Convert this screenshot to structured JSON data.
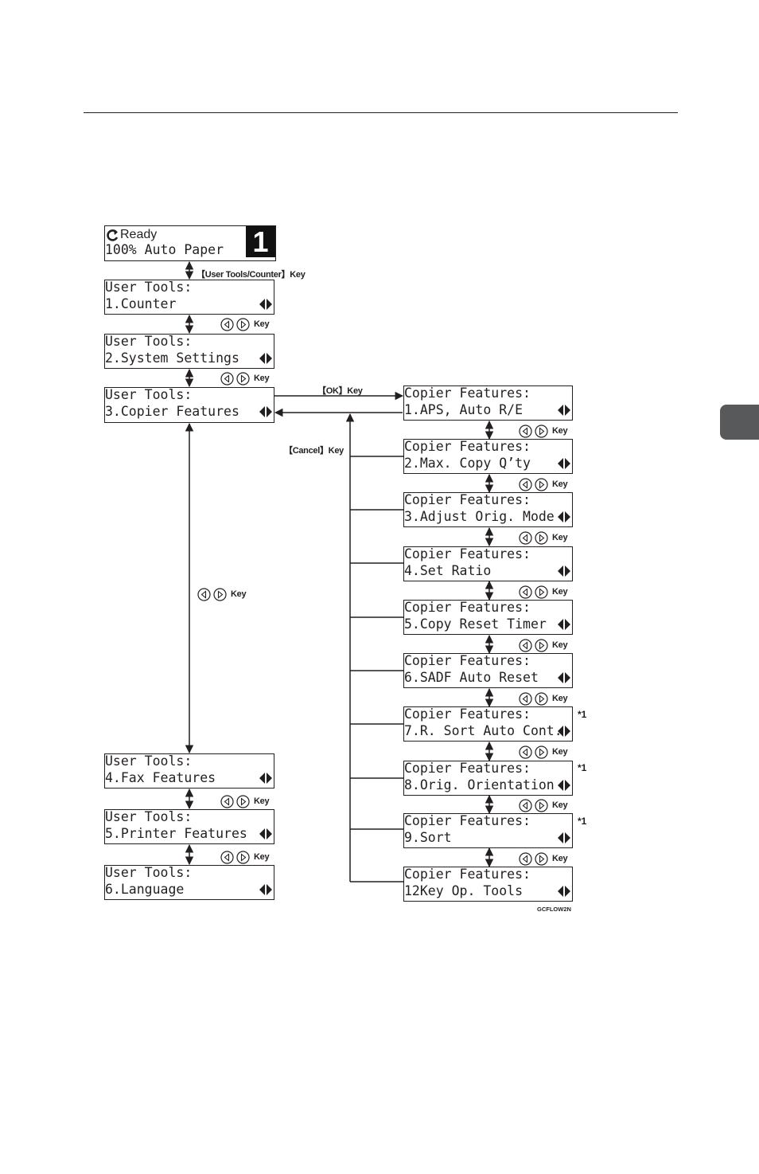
{
  "initial_screen": {
    "line1": "Ready",
    "line2": "100% Auto Paper",
    "number": "1"
  },
  "user_tools_menu": [
    {
      "line1": "User Tools:",
      "line2": "1.Counter"
    },
    {
      "line1": "User Tools:",
      "line2": "2.System Settings"
    },
    {
      "line1": "User Tools:",
      "line2": "3.Copier Features"
    },
    {
      "line1": "User Tools:",
      "line2": "4.Fax Features"
    },
    {
      "line1": "User Tools:",
      "line2": "5.Printer Features"
    },
    {
      "line1": "User Tools:",
      "line2": "6.Language"
    }
  ],
  "copier_features_menu": [
    {
      "line1": "Copier Features:",
      "line2": "1.APS, Auto R/E",
      "note": ""
    },
    {
      "line1": "Copier Features:",
      "line2": "2.Max. Copy Q’ty",
      "note": ""
    },
    {
      "line1": "Copier Features:",
      "line2": "3.Adjust Orig. Mode",
      "note": ""
    },
    {
      "line1": "Copier Features:",
      "line2": "4.Set Ratio",
      "note": ""
    },
    {
      "line1": "Copier Features:",
      "line2": "5.Copy Reset Timer",
      "note": ""
    },
    {
      "line1": "Copier Features:",
      "line2": "6.SADF Auto Reset",
      "note": ""
    },
    {
      "line1": "Copier Features:",
      "line2": "7.R. Sort Auto Cont.",
      "note": "*1"
    },
    {
      "line1": "Copier Features:",
      "line2": "8.Orig. Orientation",
      "note": "*1"
    },
    {
      "line1": "Copier Features:",
      "line2": "9.Sort",
      "note": "*1"
    },
    {
      "line1": "Copier Features:",
      "line2": "12Key Op. Tools",
      "note": ""
    }
  ],
  "key_labels": {
    "user_tools_counter": "【User Tools/Counter】Key",
    "ok": "【OK】Key",
    "cancel": "【Cancel】Key",
    "nav": "Key"
  },
  "figure_code": "GCFLOW2N",
  "icons": {
    "ready": "ready-cycle-icon",
    "nav_left": "left-arrow-key-icon",
    "nav_right": "right-arrow-key-icon",
    "scroll": "left-right-scroll-icon"
  },
  "colors": {
    "ink": "#231f20",
    "tab": "#58595b",
    "display_number_bg": "#111111"
  }
}
